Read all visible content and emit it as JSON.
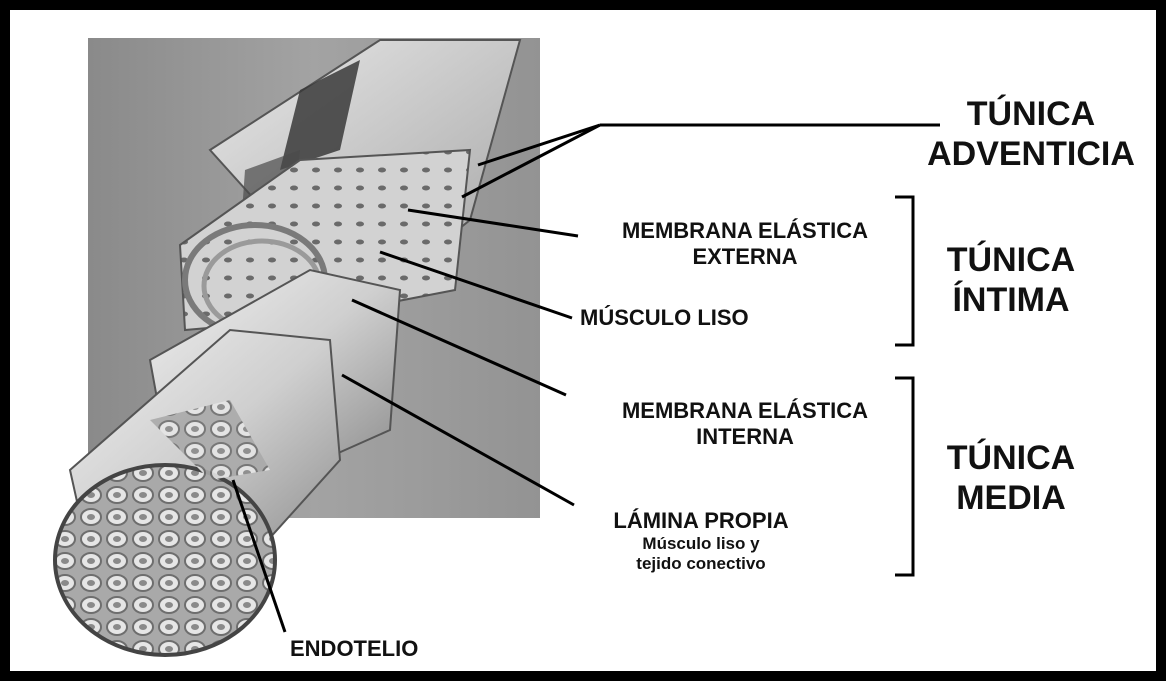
{
  "labels": {
    "tunica_adventicia": [
      "TÚNICA",
      "ADVENTICIA"
    ],
    "membrana_externa": [
      "MEMBRANA ELÁSTICA",
      "EXTERNA"
    ],
    "musculo_liso": "MÚSCULO LISO",
    "tunica_intima": [
      "TÚNICA",
      "ÍNTIMA"
    ],
    "membrana_interna": [
      "MEMBRANA ELÁSTICA",
      "INTERNA"
    ],
    "tunica_media": [
      "TÚNICA",
      "MEDIA"
    ],
    "lamina_propia": "LÁMINA PROPIA",
    "lamina_propia_sub": [
      "Músculo liso y",
      "tejido conectivo"
    ],
    "endotelio": "ENDOTELIO"
  },
  "colors": {
    "frame": "#000000",
    "background_panel": "#9a9a9a",
    "vessel_light": "#dcdcdc",
    "vessel_dark": "#6e6e6e",
    "text": "#111111"
  }
}
